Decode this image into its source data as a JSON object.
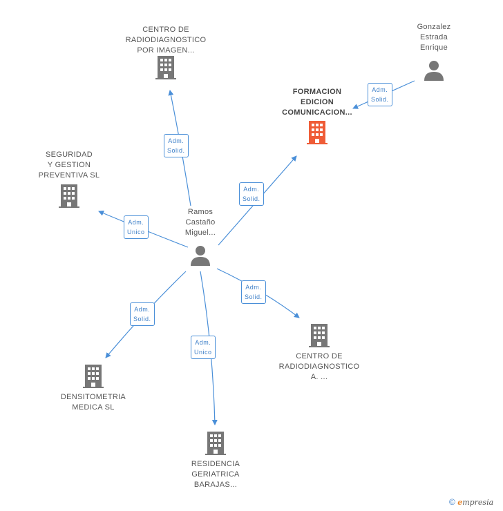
{
  "colors": {
    "edge": "#4a8fd8",
    "company": "#777777",
    "company_focal": "#ef5c37",
    "person": "#777777"
  },
  "nodes": {
    "centro_imagen": {
      "label": "CENTRO DE\nRADIODIAGNOSTICO\nPOR IMAGEN...",
      "icon": "building-icon"
    },
    "gonzalez": {
      "label": "Gonzalez\nEstrada\nEnrique",
      "icon": "person-icon"
    },
    "formacion": {
      "label": "FORMACION\nEDICION\nCOMUNICACION...",
      "icon": "building-icon"
    },
    "seguridad": {
      "label": "SEGURIDAD\nY GESTION\nPREVENTIVA SL",
      "icon": "building-icon"
    },
    "ramos": {
      "label": "Ramos\nCastaño\nMiguel...",
      "icon": "person-icon"
    },
    "centro_a": {
      "label": "CENTRO DE\nRADIODIAGNOSTICO\nA. ...",
      "icon": "building-icon"
    },
    "densitometria": {
      "label": "DENSITOMETRIA\nMEDICA SL",
      "icon": "building-icon"
    },
    "residencia": {
      "label": "RESIDENCIA\nGERIATRICA\nBARAJAS...",
      "icon": "building-icon"
    }
  },
  "edges": {
    "to_centro_imagen": "Adm.\nSolid.",
    "gonzalez_formacion": "Adm.\nSolid.",
    "to_formacion": "Adm.\nSolid.",
    "to_seguridad": "Adm.\nUnico",
    "to_centro_a": "Adm.\nSolid.",
    "to_densitometria": "Adm.\nSolid.",
    "to_residencia": "Adm.\nUnico"
  },
  "footer": {
    "copyright": "©",
    "brand_initial": "e",
    "brand_rest": "mpresia"
  }
}
